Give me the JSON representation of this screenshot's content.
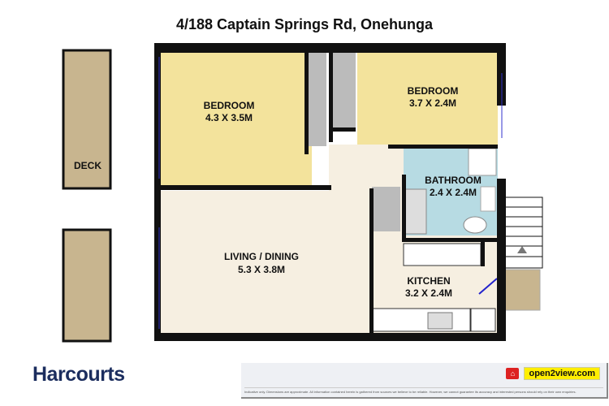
{
  "title": "4/188 Captain Springs Rd, Onehunga",
  "rooms": [
    {
      "name": "BEDROOM",
      "size": "4.3 X 3.5M"
    },
    {
      "name": "BEDROOM",
      "size": "3.7 X 2.4M"
    },
    {
      "name": "BATHROOM",
      "size": "2.4 X 2.4M"
    },
    {
      "name": "LIVING / DINING",
      "size": "5.3 X 3.8M"
    },
    {
      "name": "KITCHEN",
      "size": "3.2 X 2.4M"
    },
    {
      "name": "DECK"
    }
  ],
  "colors": {
    "bedroom": "#f3e39c",
    "bathroom": "#b7dbe3",
    "living": "#f6efe1",
    "deck": "#c8b58f",
    "wall": "#111111",
    "brand": "#1b2d5e"
  },
  "footer": {
    "brand": "Harcourts",
    "partner": "open2view.com",
    "disclaimer": "Indicative only. Dimensions are approximate. All information contained herein is gathered from sources we believe to be reliable. However, we cannot guarantee its accuracy and interested persons should rely on their own enquiries."
  }
}
